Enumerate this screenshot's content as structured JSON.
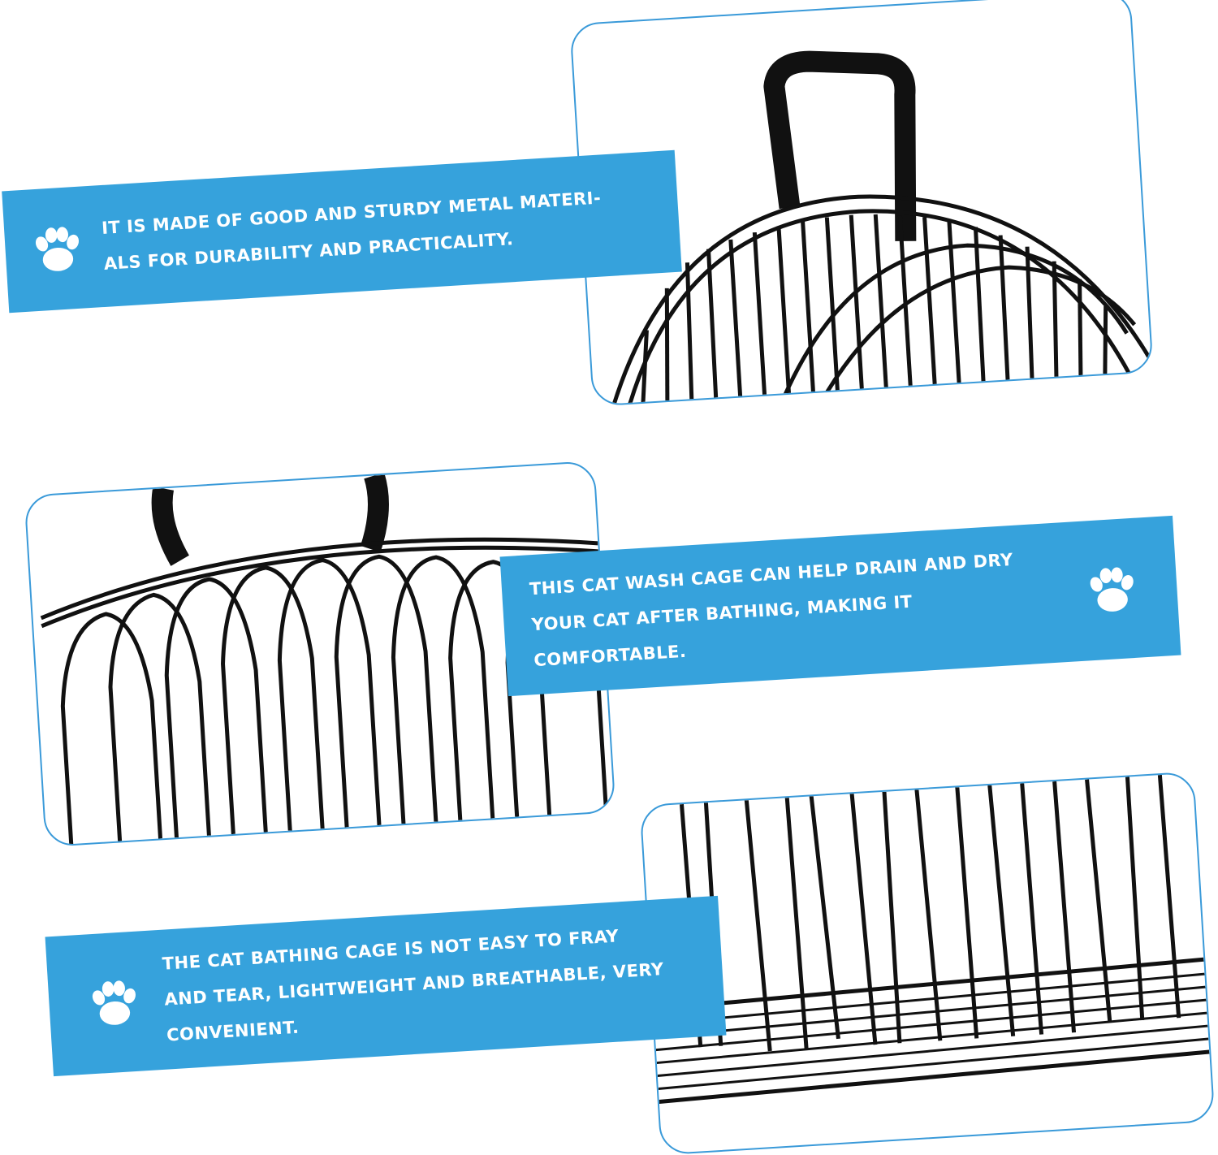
{
  "colors": {
    "banner": "#36a2dc",
    "card_border": "#3a9ad9",
    "wire": "#111111",
    "paw": "#ffffff"
  },
  "features": [
    {
      "icon": "paw-icon",
      "text": "IT IS MADE OF GOOD AND STURDY METAL MATERI- ALS FOR DURABILITY AND PRACTICALITY."
    },
    {
      "icon": "paw-icon",
      "text": "THIS CAT WASH CAGE CAN HELP DRAIN AND DRY YOUR CAT AFTER BATHING, MAKING IT COMFORTABLE."
    },
    {
      "icon": "paw-icon",
      "text": "THE CAT BATHING CAGE IS NOT EASY TO FRAY AND TEAR, LIGHTWEIGHT AND BREATHABLE, VERY CONVENIENT."
    }
  ]
}
